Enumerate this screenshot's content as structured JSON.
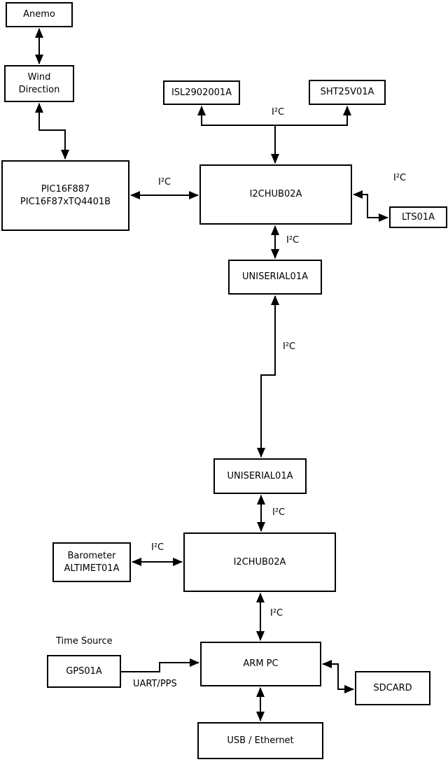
{
  "diagram": {
    "nodes": {
      "anemo": {
        "label": "Anemo"
      },
      "wind_direction": {
        "label": "Wind\nDirection"
      },
      "pic": {
        "label": "PIC16F887\nPIC16F87xTQ4401B"
      },
      "isl": {
        "label": "ISL2902001A"
      },
      "sht": {
        "label": "SHT25V01A"
      },
      "i2chub_top": {
        "label": "I2CHUB02A"
      },
      "lts": {
        "label": "LTS01A"
      },
      "uniserial_top": {
        "label": "UNISERIAL01A"
      },
      "uniserial_bottom": {
        "label": "UNISERIAL01A"
      },
      "i2chub_bottom": {
        "label": "I2CHUB02A"
      },
      "barometer": {
        "label": "Barometer\nALTIMET01A"
      },
      "gps": {
        "label": "GPS01A"
      },
      "arm_pc": {
        "label": "ARM PC"
      },
      "sdcard": {
        "label": "SDCARD"
      },
      "usb_ethernet": {
        "label": "USB / Ethernet"
      }
    },
    "edge_labels": {
      "i2c": "I²C",
      "uart_pps": "UART/PPS",
      "time_source": "Time Source"
    },
    "edges": [
      {
        "a": "anemo",
        "b": "wind_direction",
        "dir": "both",
        "label": ""
      },
      {
        "a": "wind_direction",
        "b": "pic",
        "dir": "both",
        "label": ""
      },
      {
        "a": "pic",
        "b": "i2chub_top",
        "dir": "both",
        "label": "I²C"
      },
      {
        "a": "i2chub_top",
        "b": "isl",
        "dir": "a->b",
        "label": "I²C"
      },
      {
        "a": "i2chub_top",
        "b": "sht",
        "dir": "a->b",
        "label": "I²C"
      },
      {
        "a": "i2chub_top",
        "b": "lts",
        "dir": "both",
        "label": "I²C"
      },
      {
        "a": "i2chub_top",
        "b": "uniserial_top",
        "dir": "both",
        "label": "I²C"
      },
      {
        "a": "uniserial_top",
        "b": "uniserial_bottom",
        "dir": "both",
        "label": "I²C"
      },
      {
        "a": "uniserial_bottom",
        "b": "i2chub_bottom",
        "dir": "both",
        "label": "I²C"
      },
      {
        "a": "barometer",
        "b": "i2chub_bottom",
        "dir": "both",
        "label": "I²C"
      },
      {
        "a": "i2chub_bottom",
        "b": "arm_pc",
        "dir": "both",
        "label": "I²C"
      },
      {
        "a": "gps",
        "b": "arm_pc",
        "dir": "a->b",
        "label": "UART/PPS"
      },
      {
        "a": "arm_pc",
        "b": "sdcard",
        "dir": "both",
        "label": ""
      },
      {
        "a": "arm_pc",
        "b": "usb_ethernet",
        "dir": "both",
        "label": ""
      }
    ],
    "colors": {
      "background": "#ffffff",
      "line": "#000000",
      "box_fill": "#ffffff",
      "text": "#000000"
    }
  }
}
